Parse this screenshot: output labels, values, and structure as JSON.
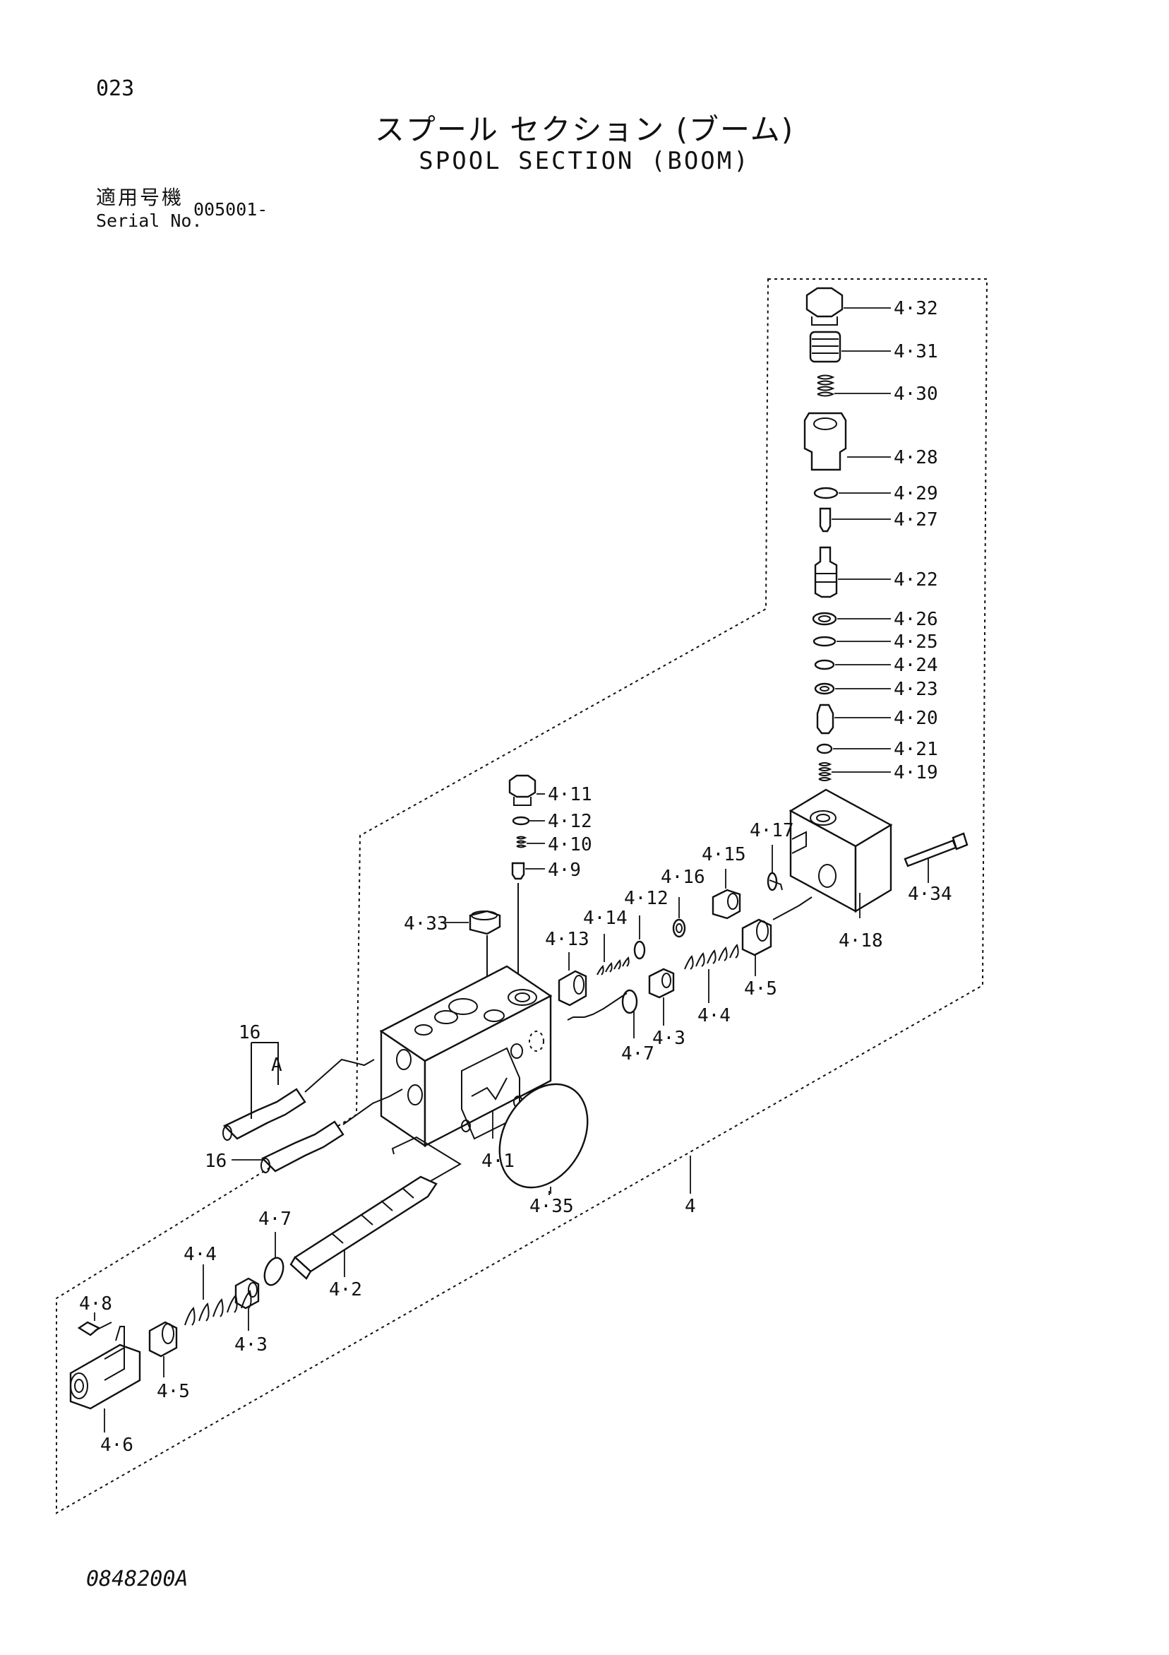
{
  "page_number": "023",
  "title_japanese": "スプール セクション (ブーム)",
  "title_english": "SPOOL SECTION (BOOM)",
  "serial_label_japanese": "適用号機",
  "serial_label_english": "Serial No.",
  "serial_value": "005001-",
  "drawing_number": "0848200A",
  "part_labels": {
    "p4_32": "4·32",
    "p4_31": "4·31",
    "p4_30": "4·30",
    "p4_28": "4·28",
    "p4_29": "4·29",
    "p4_27": "4·27",
    "p4_22": "4·22",
    "p4_26": "4·26",
    "p4_25": "4·25",
    "p4_24": "4·24",
    "p4_23": "4·23",
    "p4_20": "4·20",
    "p4_21": "4·21",
    "p4_19": "4·19",
    "p4_11": "4·11",
    "p4_12a": "4·12",
    "p4_10": "4·10",
    "p4_9": "4·9",
    "p4_17": "4·17",
    "p4_15": "4·15",
    "p4_16": "4·16",
    "p4_12b": "4·12",
    "p4_34": "4·34",
    "p4_33": "4·33",
    "p4_14": "4·14",
    "p4_13": "4·13",
    "p4_18": "4·18",
    "p4_5a": "4·5",
    "p4_4a": "4·4",
    "p4_3a": "4·3",
    "p4_7a": "4·7",
    "p16a": "16",
    "pA": "A",
    "p16b": "16",
    "p4_1": "4·1",
    "p4_35": "4·35",
    "p4": "4",
    "p4_7b": "4·7",
    "p4_4b": "4·4",
    "p4_2": "4·2",
    "p4_8": "4·8",
    "p4_3b": "4·3",
    "p4_5b": "4·5",
    "p4_6": "4·6"
  }
}
